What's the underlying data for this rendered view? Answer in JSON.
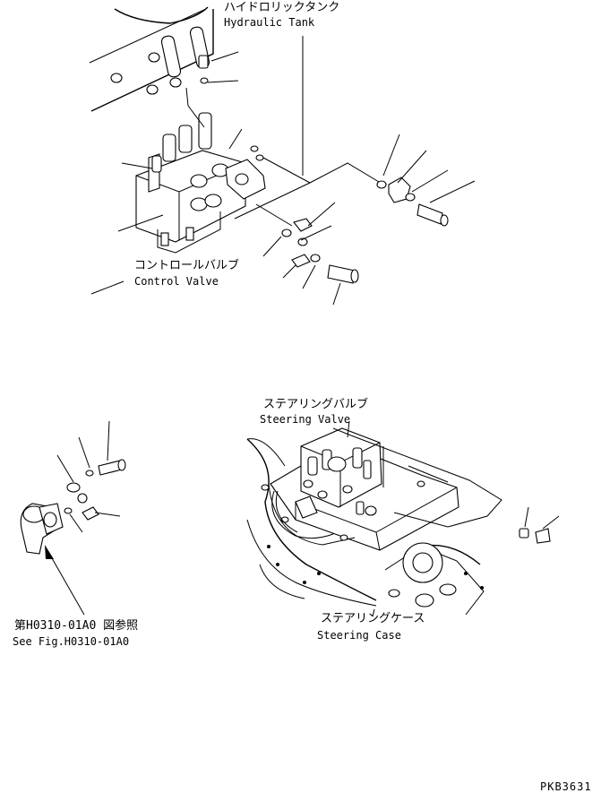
{
  "labels": {
    "hydraulic_tank_jp": "ハイドロリックタンク",
    "hydraulic_tank_en": "Hydraulic Tank",
    "control_valve_jp": "コントロールバルブ",
    "control_valve_en": "Control Valve",
    "steering_valve_jp": "ステアリングバルブ",
    "steering_valve_en": "Steering Valve",
    "steering_case_jp": "ステアリングケース",
    "steering_case_en": "Steering Case",
    "see_fig_jp": "第H0310-01A0 図参照",
    "see_fig_en": "See Fig.H0310-01A0",
    "drawing_code": "PKB3631"
  }
}
